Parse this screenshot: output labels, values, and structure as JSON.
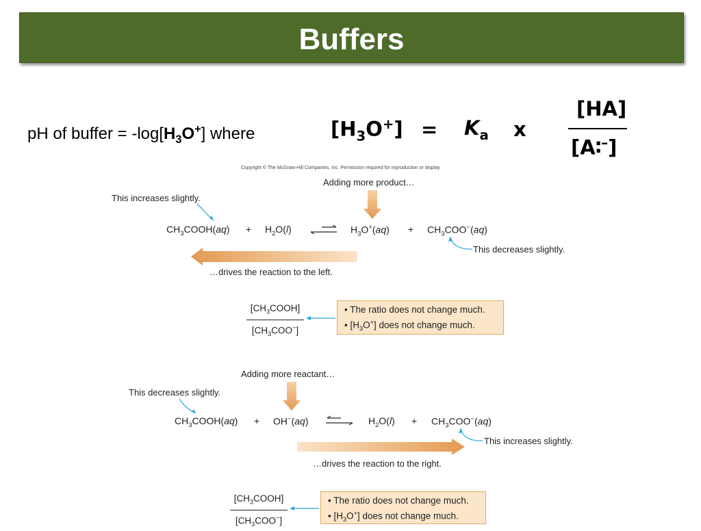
{
  "slide": {
    "title": "Buffers"
  },
  "formula": {
    "ph_left": "pH of buffer = -log[",
    "ph_h3o": "H",
    "ph_sub": "3",
    "ph_o": "O",
    "ph_sup": "+",
    "ph_right": "]  where",
    "lhs_open": "[H",
    "lhs_sub": "3",
    "lhs_o": "O",
    "lhs_sup": "+",
    "lhs_close": "]",
    "equals": "=",
    "ka_k": "K",
    "ka_a": "a",
    "times": "x",
    "numerator": "[HA]",
    "denominator_open": "[A",
    "denominator_colon": "∶",
    "denominator_sup": "–",
    "denominator_close": "]"
  },
  "copyright": "Copyright © The McGraw-Hill Companies, Inc. Permission required for reproduction or display",
  "top_panel": {
    "adding": "Adding more product…",
    "increases": "This increases slightly.",
    "decreases": "This decreases slightly.",
    "drives": "…drives the reaction to the left.",
    "r1": "CH",
    "r1_sub": "3",
    "r1_rest": "COOH(",
    "r1_aq": "aq",
    "r1_end": ")",
    "plus1": "+",
    "r2": "H",
    "r2_sub": "2",
    "r2_rest": "O(",
    "r2_l": "l",
    "r2_end": ")",
    "p1": "H",
    "p1_sub": "3",
    "p1_rest": "O",
    "p1_sup": "+",
    "p1_open": "(",
    "p1_aq": "aq",
    "p1_end": ")",
    "plus2": "+",
    "p2": "CH",
    "p2_sub": "3",
    "p2_rest": "COO",
    "p2_sup": "−",
    "p2_open": "(",
    "p2_aq": "aq",
    "p2_end": ")",
    "frac_num": "[CH",
    "frac_num_sub": "3",
    "frac_num_rest": "COOH]",
    "frac_den": "[CH",
    "frac_den_sub": "3",
    "frac_den_rest": "COO",
    "frac_den_sup": "−",
    "frac_den_end": "]",
    "note1": "• The ratio does not change much.",
    "note2_a": "• [H",
    "note2_sub": "3",
    "note2_o": "O",
    "note2_sup": "+",
    "note2_b": "] does not change much."
  },
  "bottom_panel": {
    "adding": "Adding more reactant…",
    "decreases": "This decreases slightly.",
    "increases": "This increases slightly.",
    "drives": "…drives the reaction to the right.",
    "r1": "CH",
    "r1_sub": "3",
    "r1_rest": "COOH(",
    "r1_aq": "aq",
    "r1_end": ")",
    "plus1": "+",
    "r2": "OH",
    "r2_sup": "−",
    "r2_open": "(",
    "r2_aq": "aq",
    "r2_end": ")",
    "p1": "H",
    "p1_sub": "2",
    "p1_rest": "O(",
    "p1_l": "l",
    "p1_end": ")",
    "plus2": "+",
    "p2": "CH",
    "p2_sub": "3",
    "p2_rest": "COO",
    "p2_sup": "−",
    "p2_open": "(",
    "p2_aq": "aq",
    "p2_end": ")",
    "frac_num": "[CH",
    "frac_num_sub": "3",
    "frac_num_rest": "COOH]",
    "frac_den": "[CH",
    "frac_den_sub": "3",
    "frac_den_rest": "COO",
    "frac_den_sup": "−",
    "frac_den_end": "]",
    "note1": "• The ratio does not change much.",
    "note2_a": "• [H",
    "note2_sub": "3",
    "note2_o": "O",
    "note2_sup": "+",
    "note2_b": "] does not change much."
  },
  "colors": {
    "title_bg": "#4e6b2a",
    "arrow_orange": "#e8a35e",
    "note_bg": "#fbe6c9",
    "pointer_blue": "#2aa5dc"
  }
}
